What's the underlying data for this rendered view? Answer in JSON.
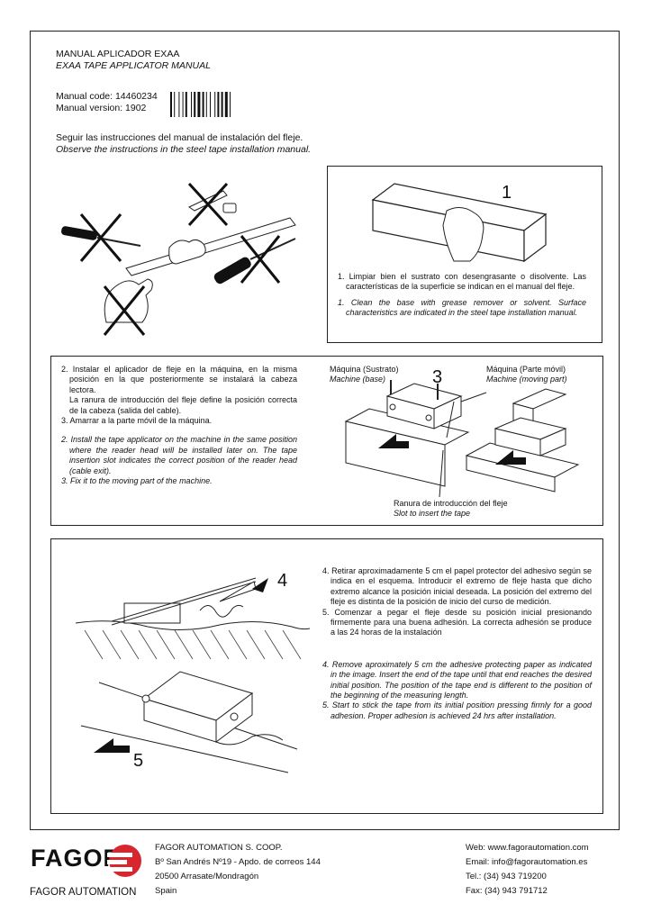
{
  "header": {
    "title_es": "MANUAL APLICADOR EXAA",
    "title_en": "EXAA TAPE APPLICATOR MANUAL",
    "manual_code": "Manual code: 14460234",
    "manual_version": "Manual version: 1902"
  },
  "intro": {
    "es": "Seguir las instrucciones del manual de instalación del fleje.",
    "en": "Observe the instructions in the steel tape installation manual."
  },
  "step1": {
    "number": "1",
    "es": "1. Limpiar bien el sustrato con desengrasante o disolvente. Las características de la superficie se indican en el manual del fleje.",
    "en": "1. Clean the base with grease remover or solvent. Surface characteristics are indicated in the steel tape installation manual."
  },
  "step23": {
    "es_2": "2. Instalar el aplicador de fleje en la máquina, en la misma posición en la que posteriormente se instalará la cabeza lectora.",
    "es_2b": "La ranura de introducción del fleje define la posición correcta de la cabeza (salida del cable).",
    "es_3": "3. Amarrar a la parte móvil de la máquina.",
    "en_2": "2. Install the tape applicator on the machine in the same position where the reader head will be installed later on. The tape insertion slot indicates the correct position of the reader head (cable exit).",
    "en_3": "3. Fix it to the moving part of the machine.",
    "label_base_es": "Máquina (Sustrato)",
    "label_base_en": "Machine (base)",
    "label_moving_es": "Máquina (Parte móvil)",
    "label_moving_en": "Machine (moving part)",
    "label_slot_es": "Ranura de introducción del fleje",
    "label_slot_en": "Slot to insert the tape",
    "num_2": "2",
    "num_3": "3"
  },
  "step45": {
    "num_4": "4",
    "num_5": "5",
    "es_4": "4. Retirar aproximadamente 5 cm el papel protector del adhesivo según se indica en el esquema. Introducir el extremo de fleje hasta que dicho extremo alcance la posición inicial deseada. La posición del extremo del fleje es distinta de la posición de inicio del curso de medición.",
    "es_5": "5. Comenzar a pegar el fleje desde su posición inicial presionando firmemente para una buena adhesión. La correcta adhesión se produce a las 24 horas de la instalación",
    "en_4": "4. Remove aproximately 5 cm the adhesive protecting paper as indicated in the image. Insert the end of the tape until that end reaches the desired initial position. The position of the tape end is different to the position of the beginning of the measuring length.",
    "en_5": "5. Start to stick the tape from its initial position pressing firmly for a good adhesion. Proper adhesion is achieved 24 hrs after installation."
  },
  "footer": {
    "logo_text": "FAGOR",
    "logo_subtitle": "FAGOR AUTOMATION",
    "company": "FAGOR AUTOMATION S. COOP.",
    "address1": "Bº San Andrés Nº19 - Apdo. de correos 144",
    "address2": "20500 Arrasate/Mondragón",
    "country": "Spain",
    "web": "Web: www.fagorautomation.com",
    "email": "Email: info@fagorautomation.es",
    "tel": "Tel.: (34) 943 719200",
    "fax": "Fax: (34) 943 791712",
    "brand_color": "#d8262e"
  }
}
